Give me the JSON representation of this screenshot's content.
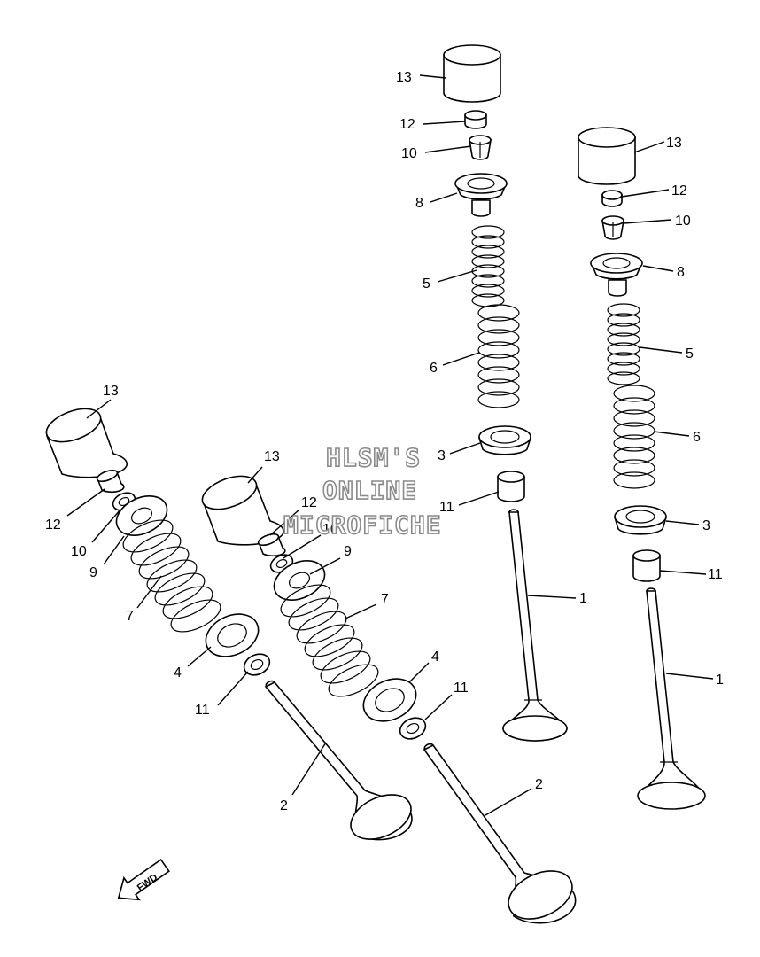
{
  "watermark": {
    "line1": "HLSM'S",
    "line2": "ONLINE",
    "line3": "MICROFICHE"
  },
  "fwd_badge": "FWD",
  "callouts": {
    "a13": "13",
    "a12": "12",
    "a10": "10",
    "a8": "8",
    "a5": "5",
    "a6": "6",
    "a3": "3",
    "a11": "11",
    "a1": "1",
    "b13": "13",
    "b12": "12",
    "b10": "10",
    "b8": "8",
    "b5": "5",
    "b6": "6",
    "b3": "3",
    "b11": "11",
    "b1": "1",
    "c13": "13",
    "c12": "12",
    "c10": "10",
    "c9": "9",
    "c7": "7",
    "c4": "4",
    "c11": "11",
    "c2": "2",
    "d13": "13",
    "d12": "12",
    "d10": "10",
    "d9": "9",
    "d7": "7",
    "d4": "4",
    "d11": "11",
    "d2": "2"
  },
  "icons": {
    "fwd_arrow": "arrow-down-left-icon"
  }
}
